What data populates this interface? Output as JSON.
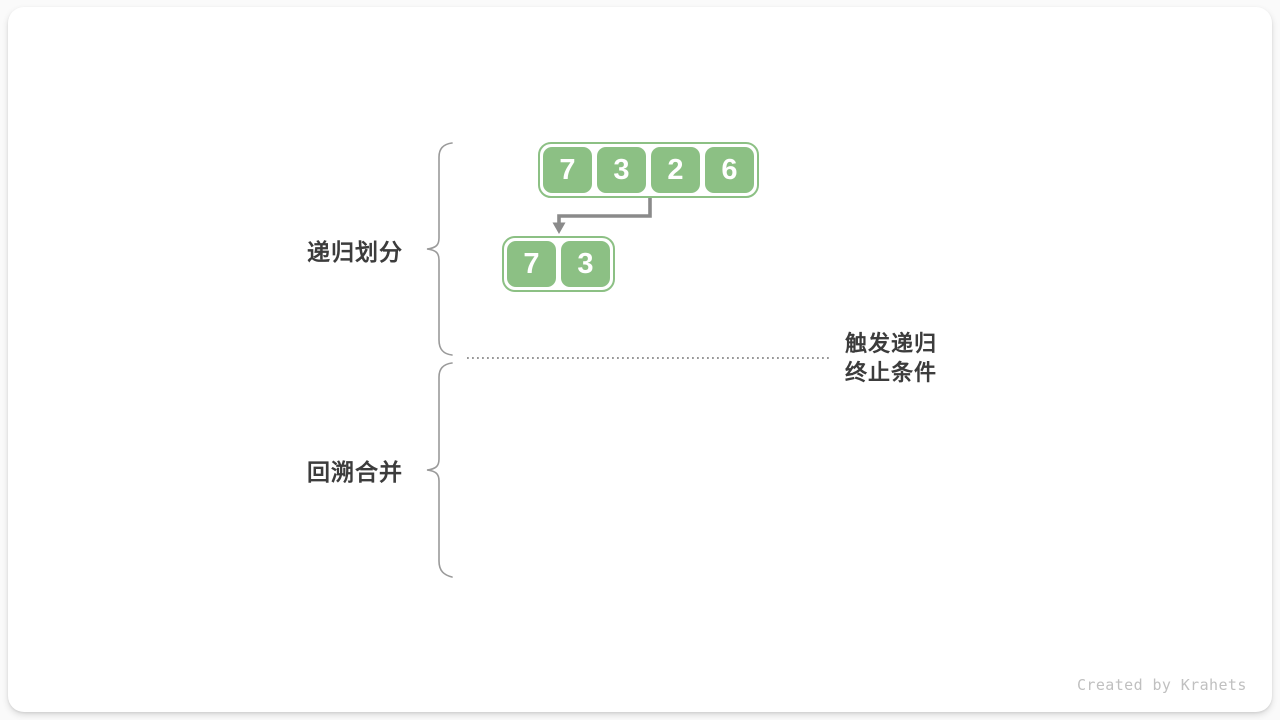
{
  "diagram": {
    "phase_labels": [
      {
        "label": "递归划分"
      },
      {
        "label": "回溯合并"
      }
    ],
    "arrays": [
      {
        "values": [
          "7",
          "3",
          "2",
          "6"
        ]
      },
      {
        "values": [
          "7",
          "3"
        ]
      }
    ],
    "annotation": {
      "line1": "触发递归",
      "line2": "终止条件"
    },
    "watermark": "Created by Krahets",
    "colors": {
      "box_green": "#8cc084",
      "arrow_gray": "#8a8a8a",
      "line_gray": "#8a8a8a",
      "brace_gray": "#9a9a9a",
      "text_dark": "#3c3c3c",
      "watermark_gray": "#c0c0c0"
    }
  }
}
